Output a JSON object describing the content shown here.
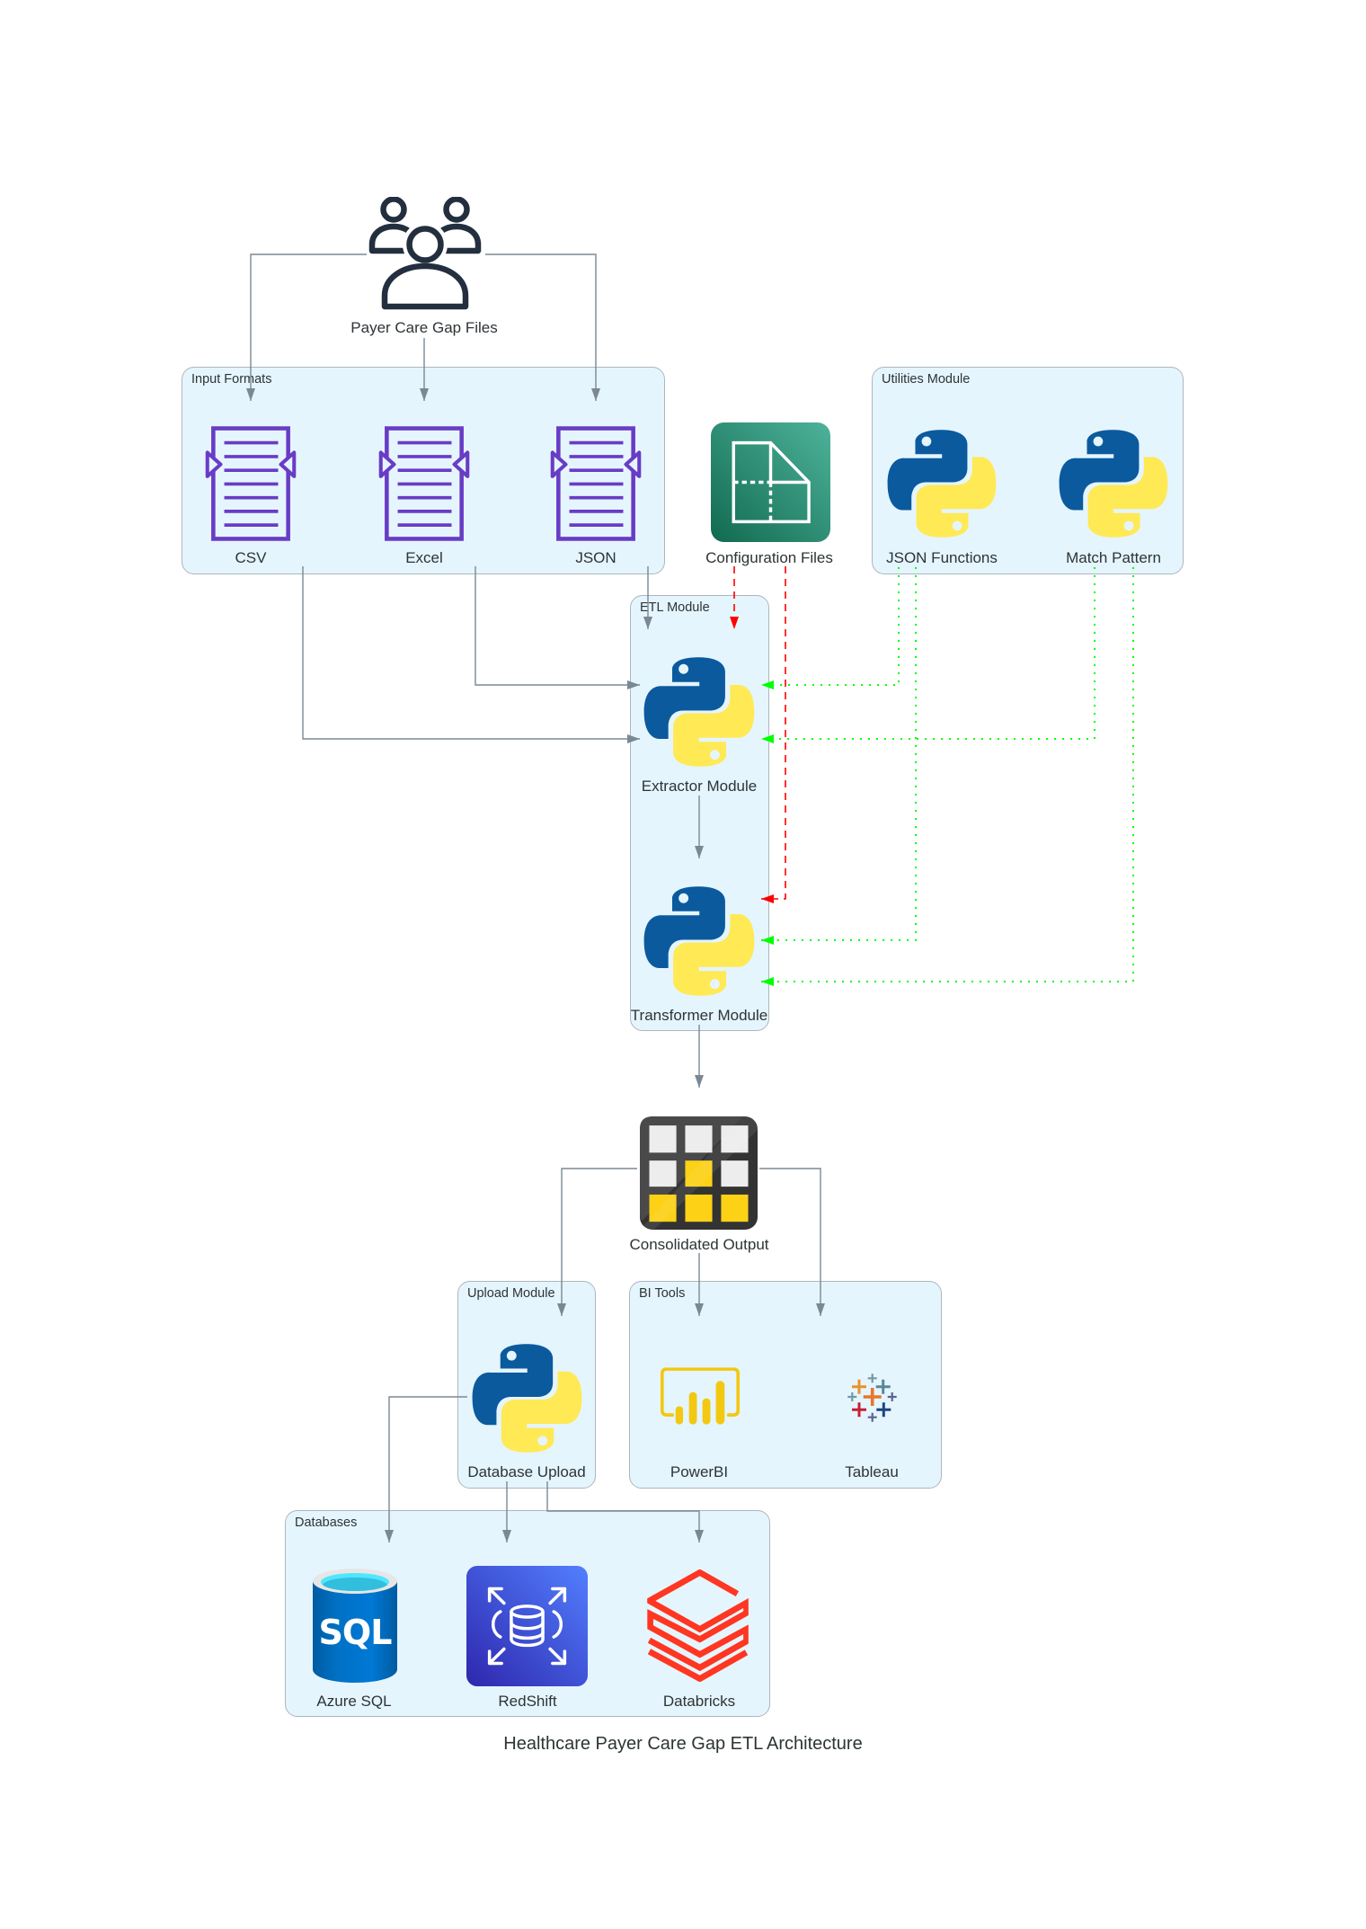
{
  "title": "Healthcare Payer Care Gap ETL Architecture",
  "colors": {
    "background": "#FFFFFF",
    "cluster_fill": "#E5F5FD",
    "cluster_border": "#AEB6BE",
    "edge_default": "#7B8894",
    "edge_config": "#FF0000",
    "edge_utility": "#00FF00",
    "label_text": "#2D3436",
    "document_purple": "#693CC5",
    "python_blue": "#0B5A9E",
    "python_yellow": "#FFE955"
  },
  "nodes": {
    "payer_files": {
      "label": "Payer Care Gap Files",
      "icon": "users-icon"
    },
    "config_files": {
      "label": "Configuration Files",
      "icon": "configuration-files-icon"
    },
    "consolidated_output": {
      "label": "Consolidated Output",
      "icon": "table-grid-icon"
    }
  },
  "clusters": {
    "input_formats": {
      "label": "Input Formats",
      "nodes": [
        {
          "label": "CSV",
          "icon": "document-icon"
        },
        {
          "label": "Excel",
          "icon": "document-icon"
        },
        {
          "label": "JSON",
          "icon": "document-icon"
        }
      ]
    },
    "utilities": {
      "label": "Utilities Module",
      "nodes": [
        {
          "label": "JSON Functions",
          "icon": "python-icon"
        },
        {
          "label": "Match Pattern",
          "icon": "python-icon"
        }
      ]
    },
    "etl": {
      "label": "ETL Module",
      "nodes": [
        {
          "label": "Extractor Module",
          "icon": "python-icon"
        },
        {
          "label": "Transformer Module",
          "icon": "python-icon"
        }
      ]
    },
    "upload": {
      "label": "Upload Module",
      "nodes": [
        {
          "label": "Database Upload",
          "icon": "python-icon"
        }
      ]
    },
    "bi_tools": {
      "label": "BI Tools",
      "nodes": [
        {
          "label": "PowerBI",
          "icon": "powerbi-icon"
        },
        {
          "label": "Tableau",
          "icon": "tableau-icon"
        }
      ]
    },
    "databases": {
      "label": "Databases",
      "nodes": [
        {
          "label": "Azure SQL",
          "icon": "azure-sql-icon",
          "glyph_text": "SQL"
        },
        {
          "label": "RedShift",
          "icon": "redshift-icon"
        },
        {
          "label": "Databricks",
          "icon": "databricks-icon"
        }
      ]
    }
  },
  "edges": [
    {
      "from": "Payer Care Gap Files",
      "to": "CSV",
      "style": "solid",
      "color": "#7B8894"
    },
    {
      "from": "Payer Care Gap Files",
      "to": "Excel",
      "style": "solid",
      "color": "#7B8894"
    },
    {
      "from": "Payer Care Gap Files",
      "to": "JSON",
      "style": "solid",
      "color": "#7B8894"
    },
    {
      "from": "CSV",
      "to": "Extractor Module",
      "style": "solid",
      "color": "#7B8894"
    },
    {
      "from": "Excel",
      "to": "Extractor Module",
      "style": "solid",
      "color": "#7B8894"
    },
    {
      "from": "JSON",
      "to": "Extractor Module",
      "style": "solid",
      "color": "#7B8894"
    },
    {
      "from": "Configuration Files",
      "to": "Extractor Module",
      "style": "dashed",
      "color": "#FF0000"
    },
    {
      "from": "Configuration Files",
      "to": "Transformer Module",
      "style": "dashed",
      "color": "#FF0000"
    },
    {
      "from": "JSON Functions",
      "to": "Extractor Module",
      "style": "dotted",
      "color": "#00FF00"
    },
    {
      "from": "JSON Functions",
      "to": "Transformer Module",
      "style": "dotted",
      "color": "#00FF00"
    },
    {
      "from": "Match Pattern",
      "to": "Extractor Module",
      "style": "dotted",
      "color": "#00FF00"
    },
    {
      "from": "Match Pattern",
      "to": "Transformer Module",
      "style": "dotted",
      "color": "#00FF00"
    },
    {
      "from": "Extractor Module",
      "to": "Transformer Module",
      "style": "solid",
      "color": "#7B8894"
    },
    {
      "from": "Transformer Module",
      "to": "Consolidated Output",
      "style": "solid",
      "color": "#7B8894"
    },
    {
      "from": "Consolidated Output",
      "to": "Database Upload",
      "style": "solid",
      "color": "#7B8894"
    },
    {
      "from": "Consolidated Output",
      "to": "PowerBI",
      "style": "solid",
      "color": "#7B8894"
    },
    {
      "from": "Consolidated Output",
      "to": "Tableau",
      "style": "solid",
      "color": "#7B8894"
    },
    {
      "from": "Database Upload",
      "to": "Azure SQL",
      "style": "solid",
      "color": "#7B8894"
    },
    {
      "from": "Database Upload",
      "to": "RedShift",
      "style": "solid",
      "color": "#7B8894"
    },
    {
      "from": "Database Upload",
      "to": "Databricks",
      "style": "solid",
      "color": "#7B8894"
    }
  ]
}
